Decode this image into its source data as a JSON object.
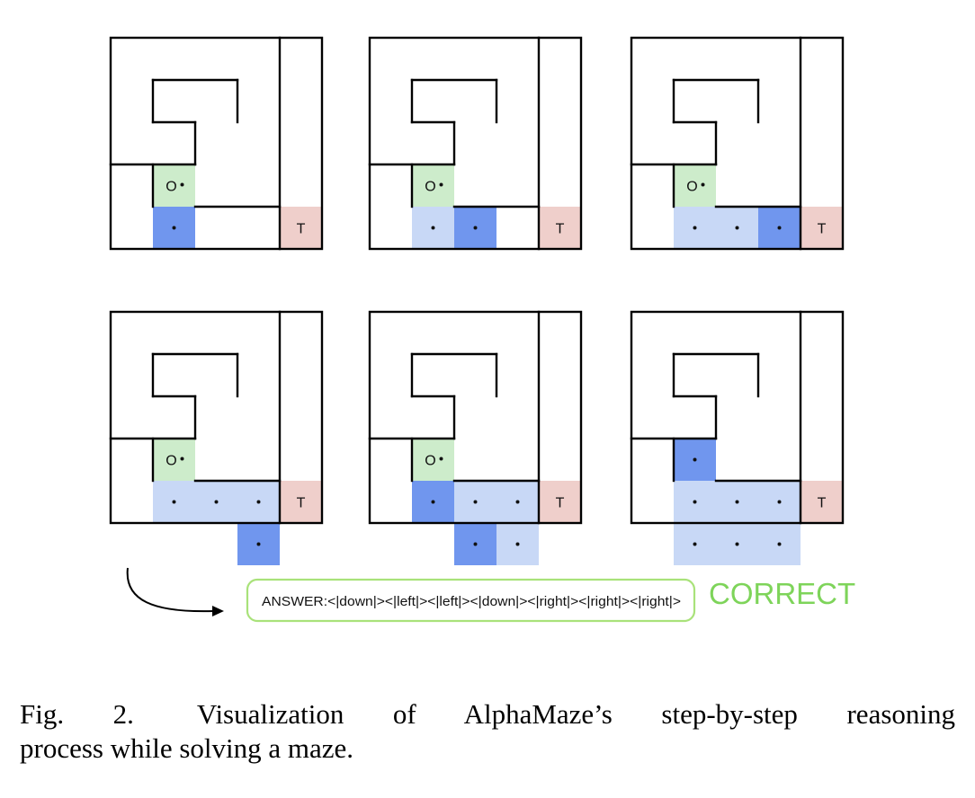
{
  "figure": {
    "colors": {
      "origin_cell": "#cdeccb",
      "target_cell": "#efcfcb",
      "path_cell": "#c8d8f6",
      "current_cell": "#7096ee",
      "answer_border": "#a9e27a",
      "correct": "#7ed45a"
    },
    "cell_labels": {
      "origin": "O",
      "target": "T"
    },
    "panels": [
      {
        "name": "step-1",
        "origin": [
          1,
          3
        ],
        "target": [
          4,
          4
        ],
        "path": [],
        "current": [
          1,
          4
        ],
        "dots": [
          [
            1,
            3
          ],
          [
            1,
            4
          ]
        ]
      },
      {
        "name": "step-2",
        "origin": [
          1,
          3
        ],
        "target": [
          4,
          4
        ],
        "path": [
          [
            1,
            4
          ]
        ],
        "current": [
          2,
          4
        ],
        "dots": [
          [
            1,
            3
          ],
          [
            1,
            4
          ],
          [
            2,
            4
          ]
        ]
      },
      {
        "name": "step-3",
        "origin": [
          1,
          3
        ],
        "target": [
          4,
          4
        ],
        "path": [
          [
            1,
            4
          ],
          [
            2,
            4
          ]
        ],
        "current": [
          3,
          4
        ],
        "dots": [
          [
            1,
            3
          ],
          [
            1,
            4
          ],
          [
            2,
            4
          ],
          [
            3,
            4
          ]
        ]
      },
      {
        "name": "step-4",
        "origin": [
          1,
          3
        ],
        "target": [
          4,
          4
        ],
        "path": [
          [
            1,
            4
          ],
          [
            2,
            4
          ],
          [
            3,
            4
          ]
        ],
        "current": [
          3,
          5
        ],
        "dots": [
          [
            1,
            3
          ],
          [
            1,
            4
          ],
          [
            2,
            4
          ],
          [
            3,
            4
          ],
          [
            3,
            5
          ]
        ]
      },
      {
        "name": "step-5",
        "origin": [
          1,
          3
        ],
        "target": [
          4,
          4
        ],
        "path": [
          [
            2,
            4
          ],
          [
            3,
            4
          ],
          [
            3,
            5
          ]
        ],
        "current_cells": [
          [
            1,
            4
          ],
          [
            2,
            5
          ]
        ],
        "dots": [
          [
            1,
            3
          ],
          [
            1,
            4
          ],
          [
            2,
            4
          ],
          [
            3,
            4
          ],
          [
            3,
            5
          ],
          [
            2,
            5
          ]
        ]
      },
      {
        "name": "step-6",
        "origin": null,
        "target": [
          4,
          4
        ],
        "path": [
          [
            1,
            4
          ],
          [
            2,
            4
          ],
          [
            3,
            4
          ],
          [
            3,
            5
          ],
          [
            2,
            5
          ],
          [
            1,
            5
          ]
        ],
        "current": [
          1,
          3
        ],
        "dots": [
          [
            1,
            3
          ],
          [
            1,
            4
          ],
          [
            2,
            4
          ],
          [
            3,
            4
          ],
          [
            3,
            5
          ],
          [
            2,
            5
          ],
          [
            1,
            5
          ]
        ]
      }
    ],
    "answer": "ANSWER:<|down|><|left|><|left|><|down|><|right|><|right|><|right|>",
    "result": "CORRECT"
  },
  "caption": {
    "fig_number": "Fig. 2.",
    "text_line1": "Visualization of AlphaMaze’s step-by-step reasoning",
    "text_line2": "process while solving a maze."
  }
}
